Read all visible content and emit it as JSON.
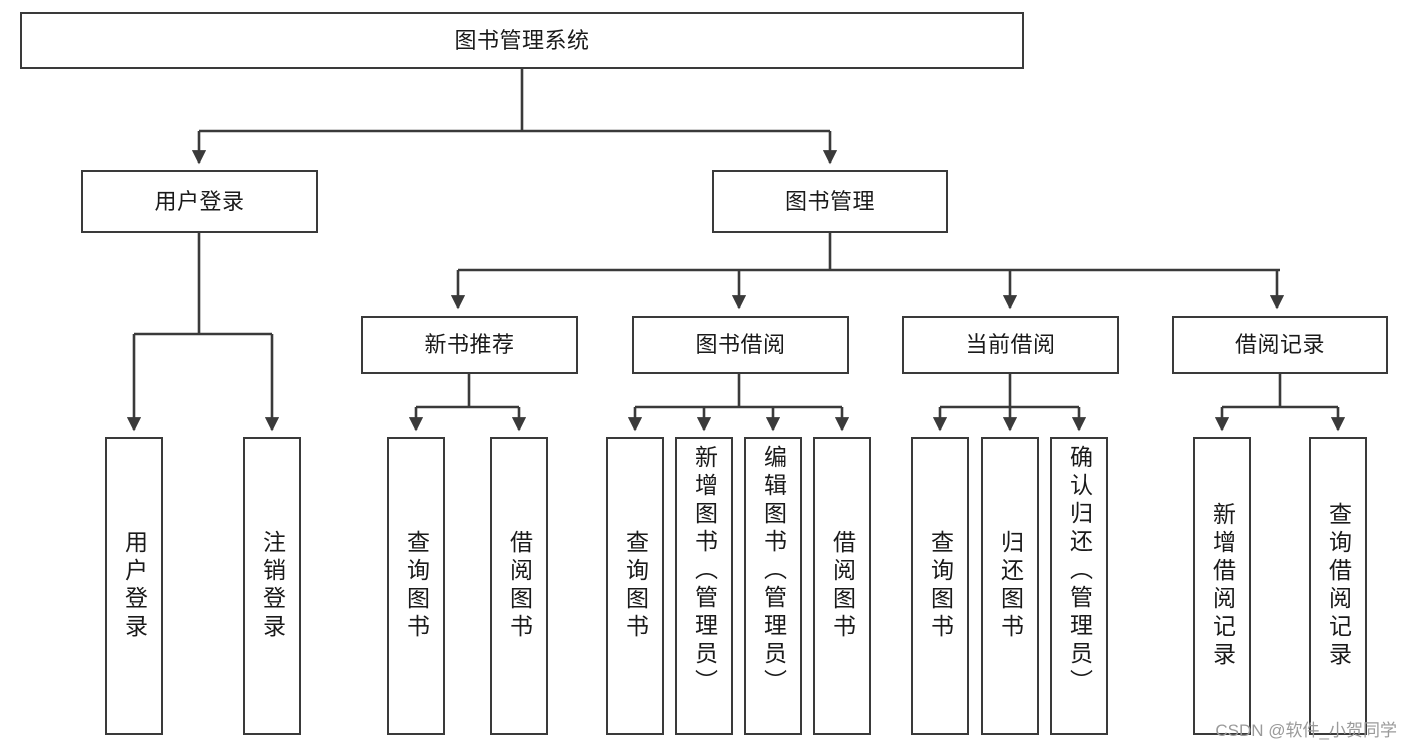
{
  "diagram": {
    "type": "tree-hierarchy-chart",
    "title": "图书管理系统",
    "colors": {
      "box_border": "#3a3a3a",
      "box_fill": "#ffffff",
      "connector": "#3a3a3a",
      "text": "#1a1a1a",
      "watermark": "#9a9a9a",
      "background": "#ffffff"
    },
    "root": {
      "label": "图书管理系统"
    },
    "level1": [
      {
        "label": "用户登录"
      },
      {
        "label": "图书管理"
      }
    ],
    "level2": [
      {
        "label": "新书推荐"
      },
      {
        "label": "图书借阅"
      },
      {
        "label": "当前借阅"
      },
      {
        "label": "借阅记录"
      }
    ],
    "leaves": {
      "user_login": [
        {
          "label": "用户登录"
        },
        {
          "label": "注销登录"
        }
      ],
      "new_book_recommend": [
        {
          "label": "查询图书"
        },
        {
          "label": "借阅图书"
        }
      ],
      "book_borrow": [
        {
          "label": "查询图书"
        },
        {
          "label": "新增图书（管理员）"
        },
        {
          "label": "编辑图书（管理员）"
        },
        {
          "label": "借阅图书"
        }
      ],
      "current_borrow": [
        {
          "label": "查询图书"
        },
        {
          "label": "归还图书"
        },
        {
          "label": "确认归还（管理员）"
        }
      ],
      "borrow_records": [
        {
          "label": "新增借阅记录"
        },
        {
          "label": "查询借阅记录"
        }
      ]
    },
    "watermark": "CSDN @软件_小贺同学"
  }
}
